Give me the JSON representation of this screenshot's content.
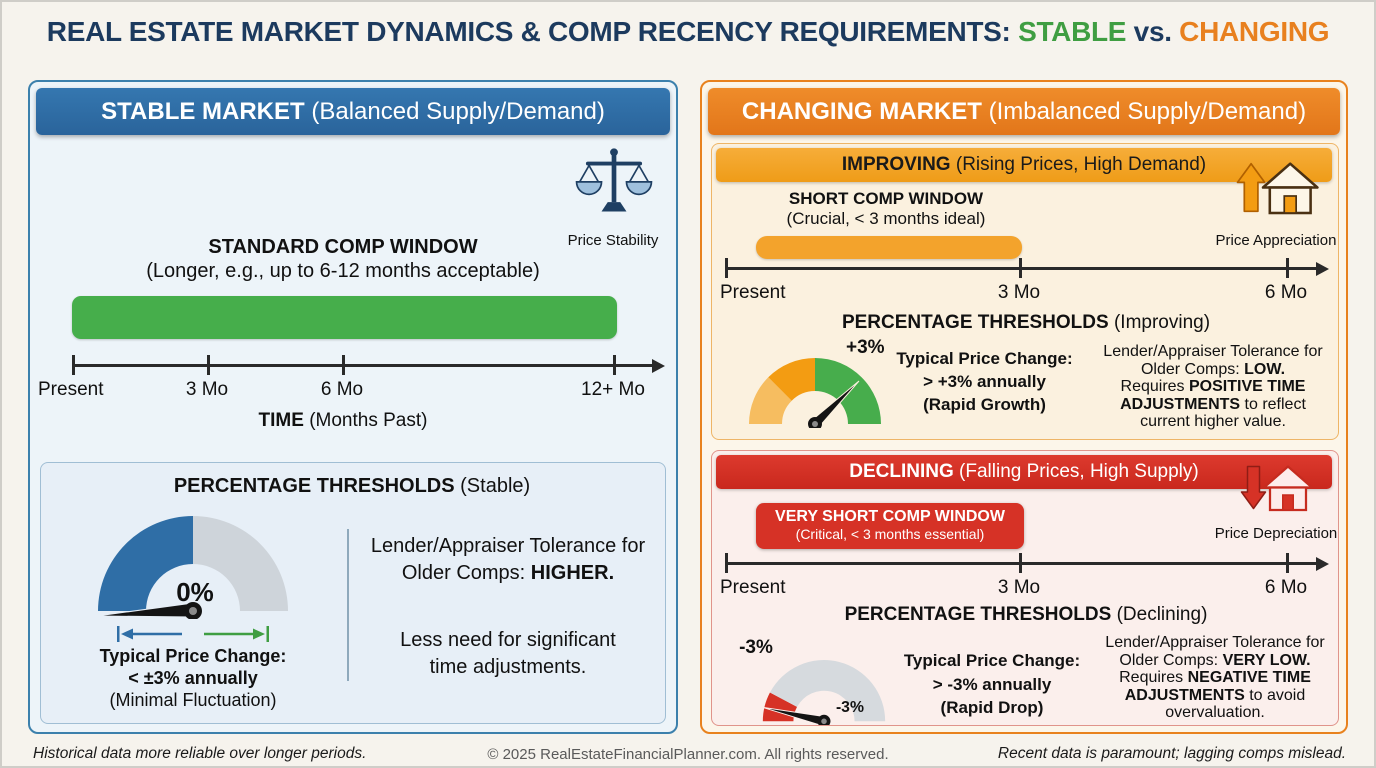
{
  "title": {
    "prefix": "REAL ESTATE MARKET DYNAMICS & COMP RECENCY REQUIREMENTS: ",
    "stable": "STABLE",
    "vs": " vs. ",
    "changing": "CHANGING"
  },
  "stable": {
    "header_title": "STABLE MARKET",
    "header_sub": " (Balanced Supply/Demand)",
    "scale_caption": "Price Stability",
    "window_title": "STANDARD COMP WINDOW",
    "window_sub": "(Longer, e.g., up to 6-12 months acceptable)",
    "timeline": [
      "Present",
      "3 Mo",
      "6 Mo",
      "12+ Mo"
    ],
    "time_bold": "TIME",
    "time_rest": " (Months Past)",
    "th_title": "PERCENTAGE THRESHOLDS",
    "th_sub": " (Stable)",
    "gauge_value": "0%",
    "change_l1": "Typical Price Change:",
    "change_l2": "< ±3% annually",
    "change_l3": "(Minimal Fluctuation)",
    "tol_l1": "Lender/Appraiser Tolerance for",
    "tol_l2_pre": "Older Comps: ",
    "tol_l2_bold": "HIGHER.",
    "note_l1": "Less need for significant",
    "note_l2": "time adjustments."
  },
  "changing": {
    "header_title": "CHANGING MARKET",
    "header_sub": " (Imbalanced Supply/Demand)",
    "improving": {
      "header_title": "IMPROVING",
      "header_sub": " (Rising Prices, High Demand)",
      "window_title": "SHORT COMP WINDOW",
      "window_sub": "(Crucial, < 3 months ideal)",
      "icon_caption": "Price Appreciation",
      "timeline": [
        "Present",
        "3 Mo",
        "6 Mo"
      ],
      "th_title": "PERCENTAGE THRESHOLDS",
      "th_sub": " (Improving)",
      "gauge_value": "+3%",
      "change_l1": "Typical Price Change:",
      "change_l2": "> +3% annually",
      "change_l3": "(Rapid Growth)",
      "tol_l1": "Lender/Appraiser Tolerance for",
      "tol_l2_pre": "Older Comps: ",
      "tol_l2_bold": "LOW.",
      "tol_l3_pre": "Requires ",
      "tol_l3_bold": "POSITIVE TIME",
      "tol_l4_bold": "ADJUSTMENTS",
      "tol_l4_rest": " to reflect",
      "tol_l5": "current higher value."
    },
    "declining": {
      "header_title": "DECLINING",
      "header_sub": " (Falling Prices, High Supply)",
      "window_title": "VERY SHORT COMP WINDOW",
      "window_sub": "(Critical, < 3 months essential)",
      "icon_caption": "Price Depreciation",
      "timeline": [
        "Present",
        "3 Mo",
        "6 Mo"
      ],
      "th_title": "PERCENTAGE THRESHOLDS",
      "th_sub": " (Declining)",
      "gauge_label": "-3%",
      "gauge_value": "-3%",
      "change_l1": "Typical Price Change:",
      "change_l2": "> -3% annually",
      "change_l3": "(Rapid Drop)",
      "tol_l1": "Lender/Appraiser Tolerance for",
      "tol_l2_pre": "Older Comps: ",
      "tol_l2_bold": "VERY LOW.",
      "tol_l3_pre": "Requires ",
      "tol_l3_bold": "NEGATIVE TIME",
      "tol_l4_bold": "ADJUSTMENTS",
      "tol_l4_rest": " to avoid",
      "tol_l5": "overvaluation."
    }
  },
  "footer": {
    "left": "Historical data more reliable over longer periods.",
    "center": "© 2025 RealEstateFinancialPlanner.com. All rights reserved.",
    "right": "Recent data is paramount; lagging comps mislead."
  },
  "colors": {
    "stable_green": "#3f9e42",
    "changing_orange": "#e8801f",
    "stable_blue": "#2f6ea6",
    "improving_amber": "#f3a32c",
    "declining_red": "#d63226",
    "bar_green": "#46ae4b"
  }
}
